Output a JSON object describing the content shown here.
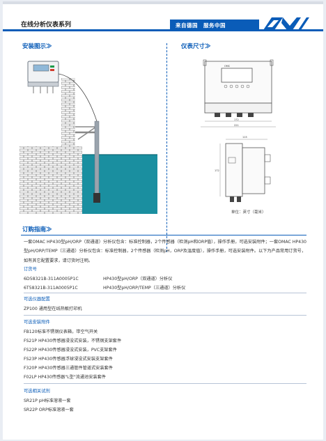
{
  "header": {
    "series_title": "在线分析仪表系列",
    "slogan": "来自德国　服务中国",
    "logo_text": "OMC",
    "brand_color": "#0a5cb8"
  },
  "sections": {
    "install_title": "安装图示≫",
    "dims_title": "仪表尺寸≫",
    "unit_note": "单位：英寸（毫米）",
    "order_title": "订购指南≫"
  },
  "intro": "一套OMAC HP430型pH/ORP（双通道）分析仪包含：标准控制器，2个传感器（检测pH和ORP值），操作手册，可选安装附件；一套OMAC HP430型pH/ORP/TEMP（三通道）分析仪包含：标准控制器，2个传感器（检测pH，ORP及温度值），操作手册，可选安装附件。以下为产品常用订货号，如有其它配置要求，请订货时注明。",
  "order_numbers": {
    "title": "订货号",
    "rows": [
      {
        "code": "6D58321B-311A0005P1C",
        "desc": "HP430型pH/ORP（双通道）分析仪"
      },
      {
        "code": "6T58321B-311A0005P1C",
        "desc": "HP430型pH/ORP/TEMP（三通道）分析仪"
      }
    ]
  },
  "optional_devices": {
    "title": "可选仪器配置",
    "items": [
      "ZP100 通用型在线热敏打印机"
    ]
  },
  "optional_mounts": {
    "title": "可选安装附件",
    "items": [
      "FB120标准不锈钢仪表箱，带空气开关",
      "FS21P  HP430传感器浸没式安装，不锈钢支架套件",
      "FS22P  HP430传感器浸没式安装，PVC支架套件",
      "FS23P  HP430传感器浮球浸没式安装支架套件",
      "F320P  HP430传感器三通管件管道式安装套件",
      "F02LP  HP430传感器\"L型\"流通池安装套件"
    ]
  },
  "optional_reagents": {
    "title": "可选相关试剂",
    "items": [
      "SR21P  pH标准溶液一套",
      "SR22P  ORP标准溶液一套"
    ]
  },
  "dims": {
    "front_width_1": "172",
    "front_width_2": "221",
    "side_depth": "115",
    "side_height": "172"
  }
}
